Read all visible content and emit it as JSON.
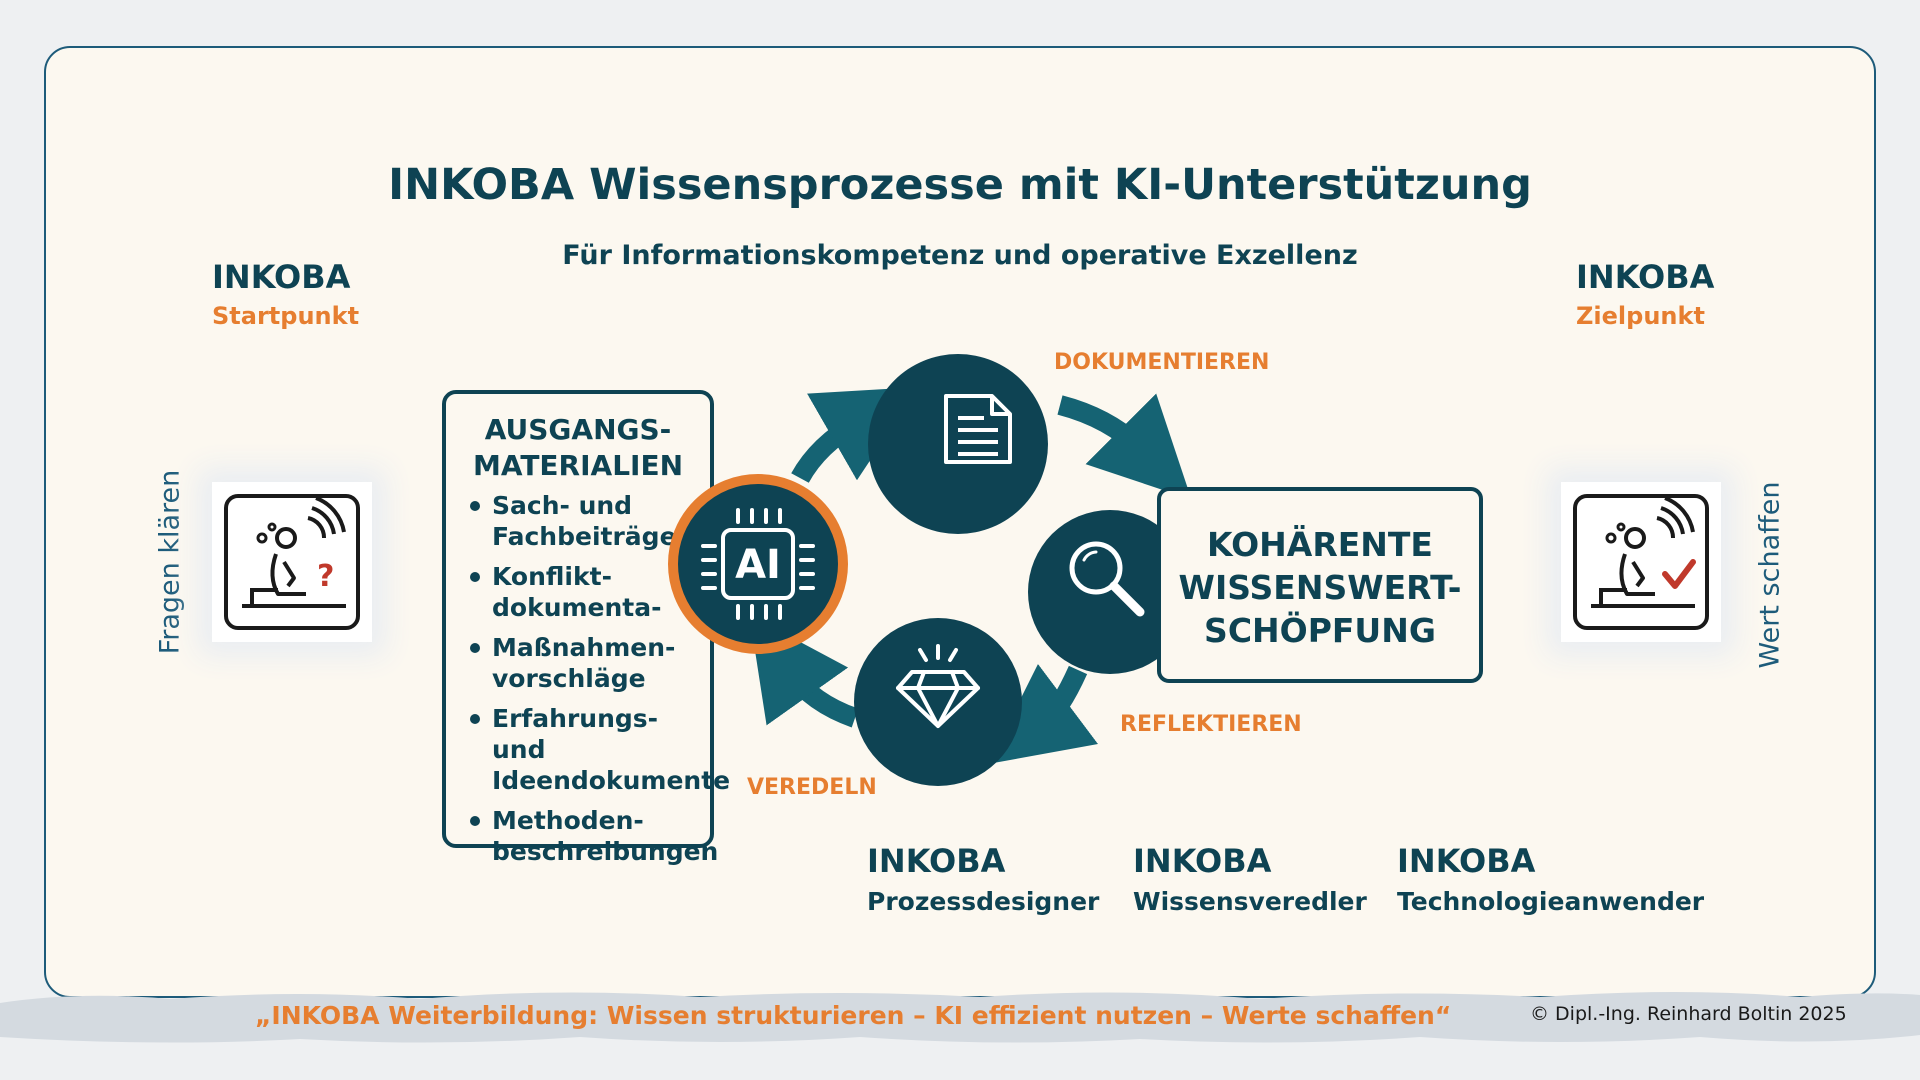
{
  "header": {
    "title": "INKOBA Wissensprozesse mit KI-Unterstützung",
    "subtitle": "Für Informationskompetenz und operative Exzellenz"
  },
  "start": {
    "brand": "INKOBA",
    "label": "Startpunkt",
    "side_label": "Fragen klären",
    "icon": "thinking-person-question-icon"
  },
  "goal": {
    "brand": "INKOBA",
    "label": "Zielpunkt",
    "side_label": "Wert schaffen",
    "icon": "thinking-person-check-icon"
  },
  "materials": {
    "title_lines": [
      "AUSGANGS-",
      "MATERIALIEN"
    ],
    "items": [
      [
        "Sach- und",
        "Fachbeiträge"
      ],
      [
        "Konflikt-",
        "dokumenta-"
      ],
      [
        "Maßnahmen-",
        "vorschläge"
      ],
      [
        "Erfahrungs- und",
        "Ideendokumente"
      ],
      [
        "Methoden-",
        "beschreibungen"
      ]
    ]
  },
  "cycle": {
    "center": "AI",
    "steps": {
      "top": "DOKUMENTIEREN",
      "right": "REFLEKTIEREN",
      "left": "VEREDELN"
    },
    "icons": [
      "ai-chip-icon",
      "document-icon",
      "magnifier-icon",
      "diamond-icon"
    ]
  },
  "result": {
    "lines": [
      "KOHÄRENTE",
      "WISSENSWERT-",
      "SCHÖPFUNG"
    ]
  },
  "roles": [
    {
      "brand": "INKOBA",
      "label": "Prozessdesigner"
    },
    {
      "brand": "INKOBA",
      "label": "Wissensveredler"
    },
    {
      "brand": "INKOBA",
      "label": "Technologieanwender"
    }
  ],
  "footer": {
    "quote": "„INKOBA Weiterbildung: Wissen strukturieren – KI effizient nutzen – Werte schaffen“",
    "copyright": "© Dipl.-Ing. Reinhard Boltin 2025"
  },
  "colors": {
    "navy": "#0e4353",
    "teal": "#156373",
    "orange": "#e67e30",
    "background": "#fcf8f0"
  }
}
